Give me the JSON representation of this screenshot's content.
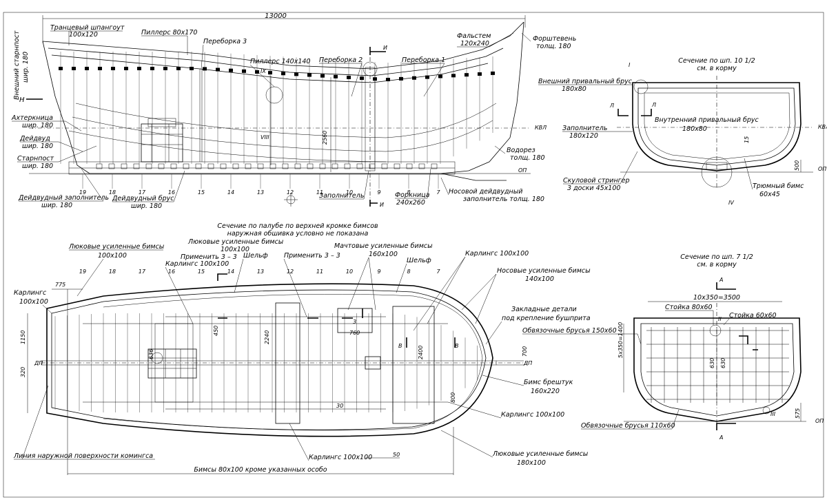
{
  "side_view": {
    "overall_length": "13000",
    "labels": {
      "transom_frame": "Транцевый шпангоут",
      "transom_frame_size": "100х120",
      "pillar1": "Пиллерс 80х170",
      "bulkhead3": "Переборка 3",
      "pillar2": "Пиллерс 140х140",
      "bulkhead2": "Переборка 2",
      "bulkhead1": "Переборка 1",
      "stem": "Фальстем",
      "stem_size": "120х240",
      "forefoot": "Форштевень",
      "forefoot_size": "толщ. 180",
      "stern_post_outer": "Внешний старнпост",
      "stern_post_outer_size": "шир. 180",
      "stern_knee": "Ахтеркница",
      "stern_knee_size": "шир. 180",
      "deadwood": "Дейдвуд",
      "deadwood_size": "шир. 180",
      "stern_post": "Старнпост",
      "stern_post_size": "шир. 180",
      "cutwater": "Водорез",
      "cutwater_size": "толщ. 180",
      "deadwood_filler": "Дейдвудный заполнитель",
      "deadwood_filler_size": "шир. 180",
      "deadwood_beam": "Дейдвудный брус",
      "deadwood_beam_size": "шир. 180",
      "filler": "Заполнитель",
      "forefoot_knee": "Форкница",
      "forefoot_knee_size": "240х260",
      "bow_deadwood": "Носовой дейдвудный",
      "bow_deadwood_size": "заполнитель толщ. 180",
      "height_2560": "2560",
      "kvl": "КВЛ",
      "op": "ОП",
      "roman_ix": "IX",
      "roman_viii": "VIII",
      "section_mark": "И",
      "arrow_h": "Н"
    },
    "frame_numbers": [
      "19",
      "18",
      "17",
      "16",
      "15",
      "14",
      "13",
      "12",
      "11",
      "10",
      "9",
      "8",
      "7"
    ]
  },
  "plan_view": {
    "title1": "Сечение по палубе по верхней кромке бимсов",
    "title2": "наружная обшивка условно не показана",
    "labels": {
      "hatch_beams_top": "Люковые усиленные бимсы",
      "hatch_beams_top_size": "100х100",
      "hatch_beams_mid": "Люковые усиленные бимсы",
      "hatch_beams_mid_size": "100х100",
      "carlings_left": "Карлингс",
      "carlings_left_size": "100х100",
      "carlings_a": "Карлингс 100х100",
      "apply_a": "Применить 3 – 3",
      "shelf_a": "Шельф",
      "apply_b": "Применить 3 – 3",
      "mast_beams": "Мачтовые усиленные бимсы",
      "mast_beams_size": "160х100",
      "shelf_b": "Шельф",
      "carlings_b": "Карлингс 100х100",
      "bow_beams": "Носовые усиленные бимсы",
      "bow_beams_size": "140х100",
      "embedded": "Закладные детали",
      "embedded2": "под крепление бушприта",
      "bitt_beam": "Бимс брештук",
      "bitt_beam_size": "160х220",
      "carlings_c": "Карлингс 100х100",
      "carlings_d": "Карлингс 100х100",
      "hatch_beams_bot": "Люковые усиленные бимсы",
      "hatch_beams_bot_size": "180х100",
      "coaming_line": "Линия наружной поверхности комингса",
      "beams_note": "Бимсы 80х100 кроме указанных особо",
      "dp": "ДП",
      "d775": "775",
      "d1150": "1150",
      "d320": "320",
      "d636": "636",
      "d2240": "2240",
      "d760": "760",
      "d30": "30",
      "d50": "50",
      "d2400": "2400",
      "d700": "700",
      "d800": "800",
      "d450": "450",
      "s3": "3",
      "sB": "В"
    },
    "frame_numbers": [
      "19",
      "18",
      "17",
      "16",
      "15",
      "14",
      "13",
      "12",
      "11",
      "10",
      "9",
      "8",
      "7"
    ]
  },
  "section_10": {
    "title1": "Сечение по шп. 10 1/2",
    "title2": "см. в корму",
    "labels": {
      "ext_rubbing": "Внешний привальный брус",
      "ext_rubbing_size": "180х80",
      "int_rubbing": "Внутренний привальный брус",
      "int_rubbing_size": "180х80",
      "filler": "Заполнитель",
      "filler_size": "180х120",
      "bilge_stringer": "Скуловой стрингер",
      "bilge_stringer_size": "3 доски 45х100",
      "hold_beam": "Трюмный бимс",
      "hold_beam_size": "60х45",
      "kvl": "КВЛ",
      "op": "ОП",
      "d15": "15",
      "d500": "500",
      "roman_i": "I",
      "roman_iv": "IV",
      "mark_l": "Л"
    }
  },
  "section_7": {
    "title1": "Сечение по шп. 7 1/2",
    "title2": "см. в корму",
    "labels": {
      "dim_top": "10х350=3500",
      "dim_side": "5х350=1400",
      "post80": "Стойка 80х60",
      "post60": "Стойка 60х60",
      "binding150": "Обвязочные брусья 150х60",
      "binding110": "Обвязочные брусья 110х60",
      "d630a": "630",
      "d630b": "630",
      "d575": "575",
      "op": "ОП",
      "mark_a": "А",
      "roman_ii": "II",
      "roman_iii": "III"
    }
  }
}
